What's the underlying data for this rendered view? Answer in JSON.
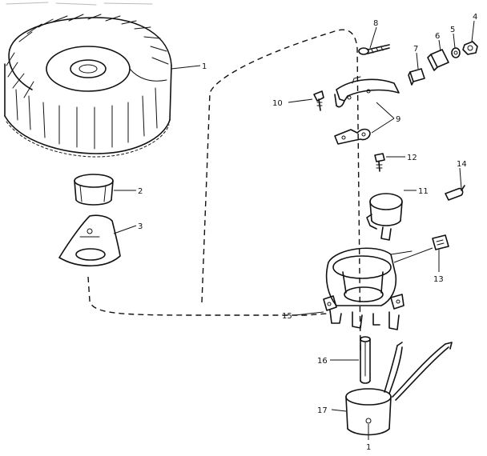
{
  "parts": [
    {
      "key": "p1a",
      "label": "1"
    },
    {
      "key": "p2",
      "label": "2"
    },
    {
      "key": "p3",
      "label": "3"
    },
    {
      "key": "p4",
      "label": "4"
    },
    {
      "key": "p5",
      "label": "5"
    },
    {
      "key": "p6",
      "label": "6"
    },
    {
      "key": "p7",
      "label": "7"
    },
    {
      "key": "p8",
      "label": "8"
    },
    {
      "key": "p9",
      "label": "9"
    },
    {
      "key": "p10",
      "label": "10"
    },
    {
      "key": "p11",
      "label": "11"
    },
    {
      "key": "p12",
      "label": "12"
    },
    {
      "key": "p13",
      "label": "13"
    },
    {
      "key": "p14",
      "label": "14"
    },
    {
      "key": "p15",
      "label": "15"
    },
    {
      "key": "p16",
      "label": "16"
    },
    {
      "key": "p17",
      "label": "17"
    },
    {
      "key": "p1b",
      "label": "1"
    }
  ]
}
